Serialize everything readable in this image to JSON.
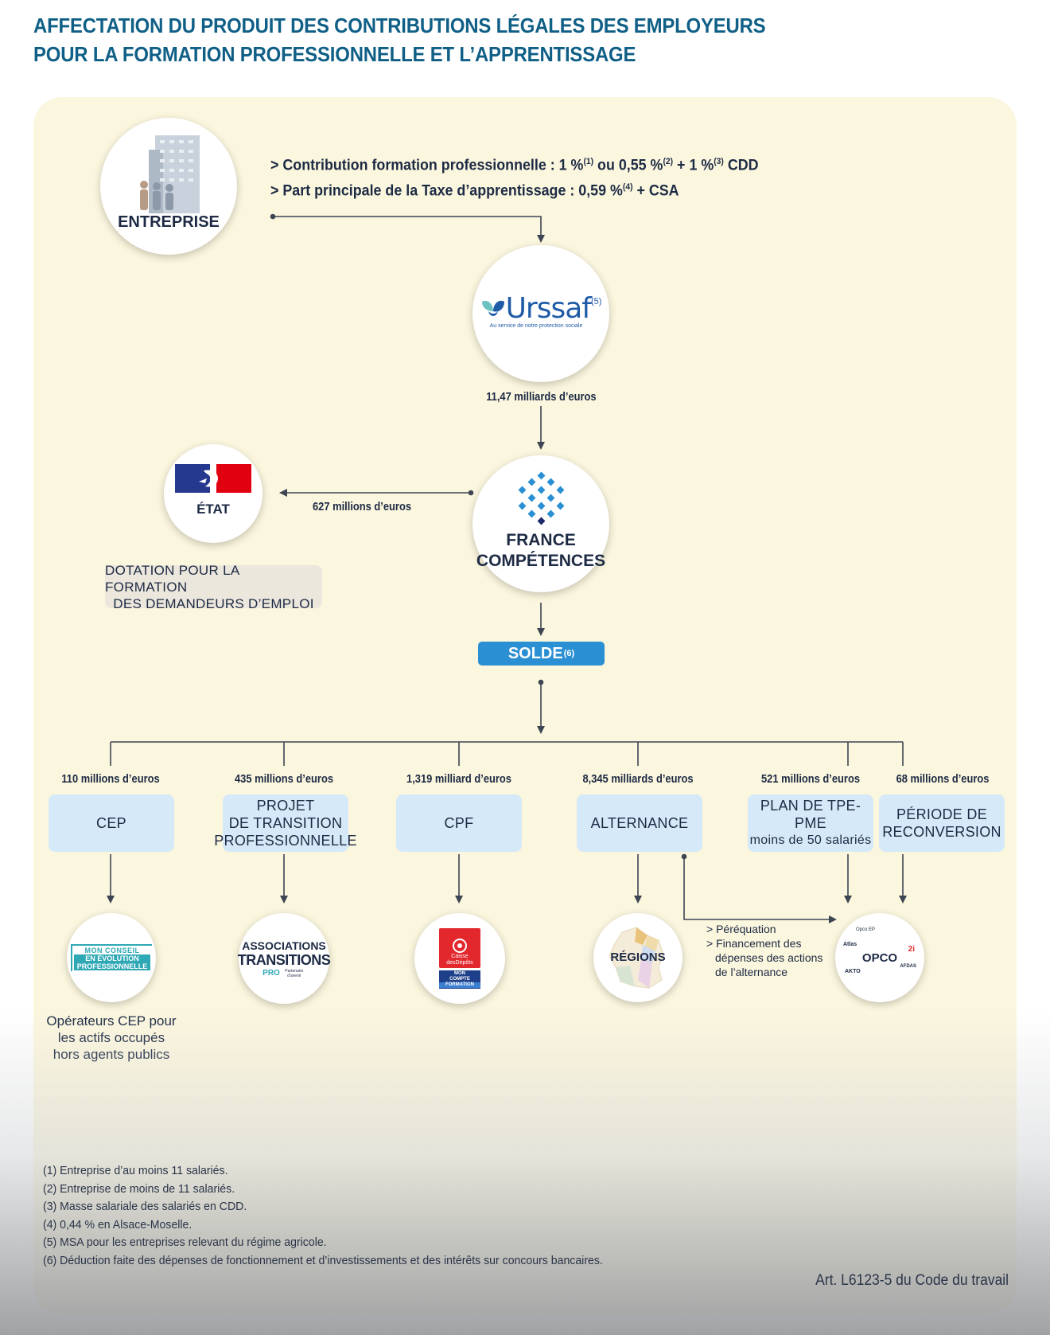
{
  "title": {
    "line1": "AFFECTATION DU PRODUIT DES CONTRIBUTIONS LÉGALES DES EMPLOYEURS",
    "line2": "POUR LA FORMATION PROFESSIONNELLE ET L’APPRENTISSAGE"
  },
  "entreprise": {
    "label": "ENTREPRISE"
  },
  "contributions": {
    "line1": {
      "pre": "> Contribution formation professionnelle : 1 %",
      "n1": "(1)",
      "mid1": " ou 0,55 %",
      "n2": "(2)",
      "mid2": " + 1 %",
      "n3": "(3)",
      "post": " CDD"
    },
    "line2": {
      "pre": "> Part principale de la Taxe d’apprentissage : 0,59 %",
      "n4": "(4)",
      "post": " + CSA"
    }
  },
  "urssaf": {
    "name": "Urssaf",
    "note": "(5)",
    "tagline": "Au service de notre protection sociale"
  },
  "amount_urssaf": "11,47 milliards d’euros",
  "etat": {
    "label": "ÉTAT",
    "amount": "627 millions d’euros"
  },
  "dotation": {
    "line1": "DOTATION POUR LA FORMATION",
    "line2": "DES DEMANDEURS D’EMPLOI"
  },
  "france_competences": {
    "line1": "FRANCE",
    "line2": "COMPÉTENCES"
  },
  "solde": {
    "label": "SOLDE",
    "note": "(6)"
  },
  "branches": [
    {
      "amount": "110 millions d’euros",
      "lines": [
        "CEP"
      ]
    },
    {
      "amount": "435 millions d’euros",
      "lines": [
        "PROJET",
        "DE TRANSITION",
        "PROFESSIONNELLE"
      ]
    },
    {
      "amount": "1,319 milliard d’euros",
      "lines": [
        "CPF"
      ]
    },
    {
      "amount": "8,345 milliards d’euros",
      "lines": [
        "ALTERNANCE"
      ]
    },
    {
      "amount": "521 millions d’euros",
      "lines": [
        "PLAN DE TPE-PME",
        "moins de 50 salariés"
      ]
    },
    {
      "amount": "68 millions d’euros",
      "lines": [
        "PÉRIODE DE",
        "RECONVERSION"
      ]
    }
  ],
  "recipients": {
    "cep_logo": {
      "l1": "MON CONSEIL",
      "l2": "EN ÉVOLUTION",
      "l3": "PROFESSIONNELLE"
    },
    "transitions_logo": {
      "l1": "ASSOCIATIONS",
      "l2": "TRANSITIONS",
      "l3": "PRO",
      "l4": "Partenaire d’avenir"
    },
    "cdc_logo": {
      "l1": "Caisse",
      "l2": "desDépôts",
      "l3": "MON",
      "l4": "COMPTE",
      "l5": "FORMATION"
    },
    "regions": "RÉGIONS",
    "opco": {
      "center": "OPCO",
      "atlas": "Atlas",
      "akto": "AKTO",
      "num": "2i",
      "afdas": "AFDAS",
      "top": "Opco EP"
    }
  },
  "operateurs_cep": {
    "line1": "Opérateurs CEP pour",
    "line2": "les actifs occupés",
    "line3": "hors agents publics"
  },
  "pereq": {
    "l1": "> Péréquation",
    "l2": "> Financement des",
    "l3": "dépenses des actions",
    "l4": "de l’alternance"
  },
  "footnotes": [
    "(1) Entreprise d’au moins 11 salariés.",
    "(2) Entreprise de moins de 11 salariés.",
    "(3) Masse salariale des salariés en CDD.",
    "(4) 0,44 % en Alsace-Moselle.",
    "(5) MSA pour les entreprises relevant du régime agricole.",
    "(6) Déduction faite des dépenses de fonctionnement et d’investissements et des intérêts sur concours bancaires."
  ],
  "article": "Art. L6123-5 du Code du travail",
  "colors": {
    "title": "#0f5f86",
    "panel": "#fbf6de",
    "box": "#d6e9f8",
    "solde": "#2a8fd3"
  }
}
